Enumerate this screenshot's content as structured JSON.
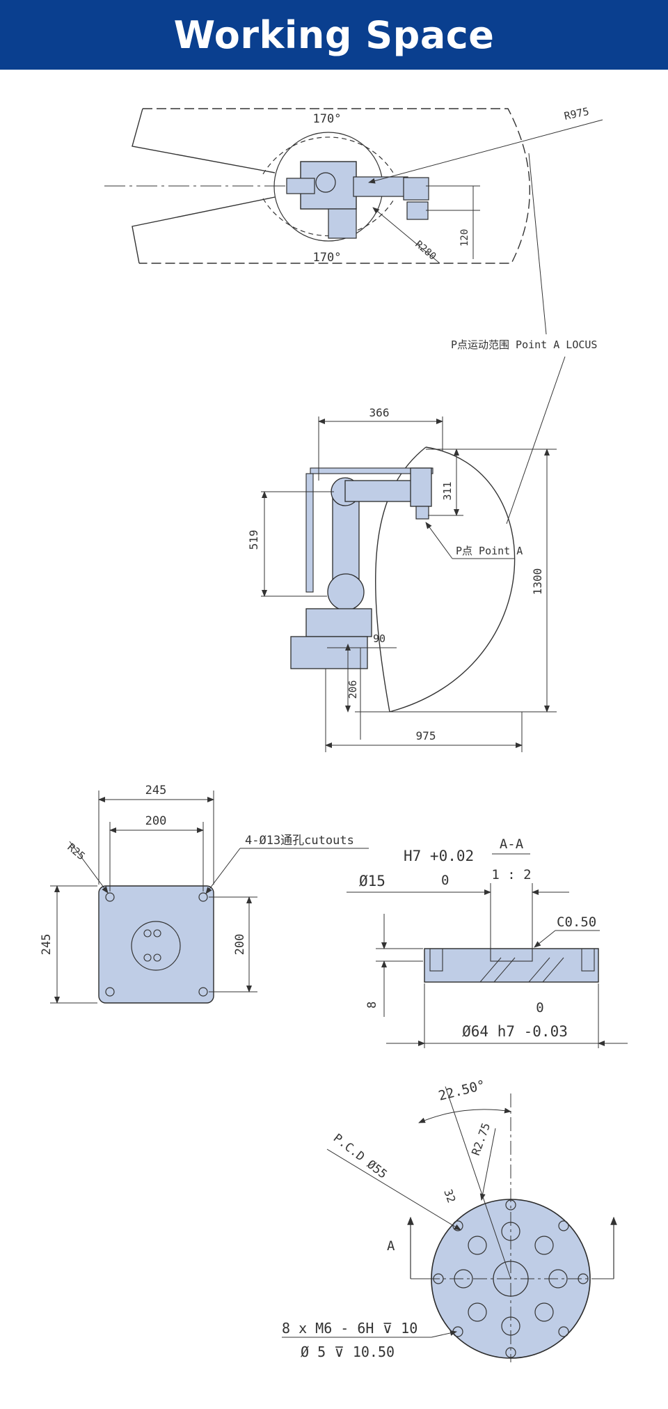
{
  "title": "Working Space",
  "top_view": {
    "angle_upper": "170°",
    "angle_lower": "170°",
    "radius_outer": "R975",
    "radius_inner": "R280",
    "offset": "120",
    "locus_label": "P点运动范围 Point A LOCUS"
  },
  "side_view": {
    "dim_top": "366",
    "dim_wrist": "311",
    "dim_arm": "519",
    "dim_height": "1300",
    "dim_base_offset": "90",
    "dim_base_height": "206",
    "dim_reach": "975",
    "point_label": "P点 Point A"
  },
  "base_view": {
    "dim_outer_w": "245",
    "dim_inner_w": "200",
    "dim_outer_h": "245",
    "dim_inner_h": "200",
    "corner_radius": "R25",
    "holes": "4-Ø13通孔cutouts"
  },
  "section_view": {
    "section_name": "A-A",
    "scale": "1 : 2",
    "tolerance_top": "H7 +0.02",
    "tolerance_zero": "0",
    "bore": "Ø15",
    "chamfer": "C0.50",
    "depth": "8",
    "flange_zero": "0",
    "flange": "Ø64 h7 -0.03"
  },
  "flange_view": {
    "angle": "22.50°",
    "pcd": "P.C.D Ø55",
    "radius": "R2.75",
    "dim_32": "32",
    "section_mark": "A",
    "thread_spec": "8 x M6 - 6H ⊽ 10",
    "hole_spec": "Ø 5 ⊽ 10.50"
  },
  "colors": {
    "header_bg": "#0a3f8f",
    "part_fill": "#bfcde6",
    "line": "#333333"
  }
}
